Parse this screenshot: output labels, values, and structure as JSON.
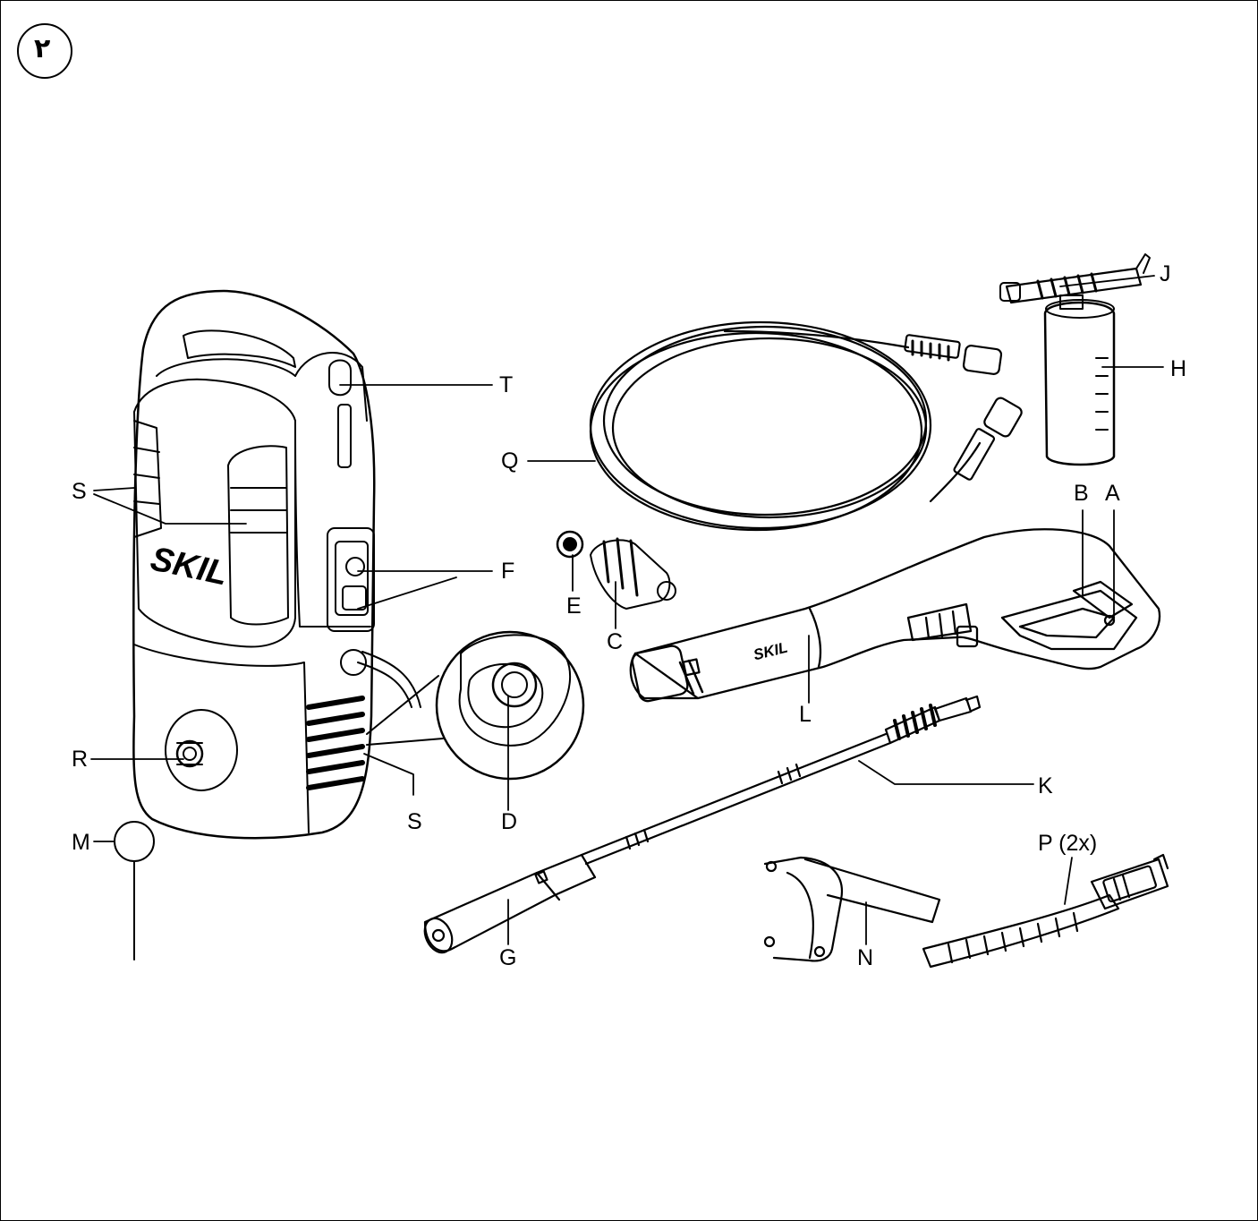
{
  "figure_badge": "٢",
  "brand": "SKIL",
  "labels": {
    "A": "A",
    "B": "B",
    "C": "C",
    "D": "D",
    "E": "E",
    "F": "F",
    "G": "G",
    "H": "H",
    "J": "J",
    "K": "K",
    "L": "L",
    "M": "M",
    "N": "N",
    "P": "P (2x)",
    "Q": "Q",
    "R": "R",
    "S1": "S",
    "S2": "S",
    "T": "T"
  },
  "colors": {
    "ink": "#000000",
    "paper": "#ffffff"
  }
}
